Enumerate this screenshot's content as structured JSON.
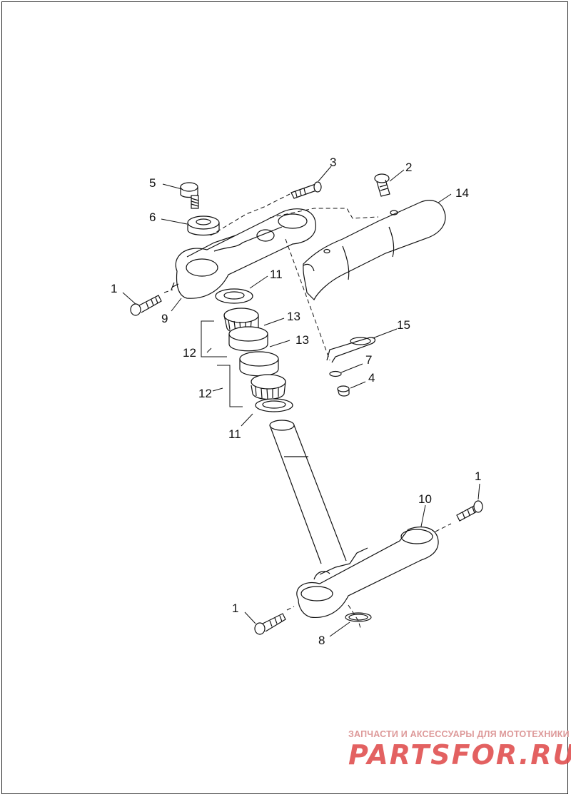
{
  "diagram": {
    "callouts": [
      {
        "id": "c5",
        "text": "5"
      },
      {
        "id": "c3",
        "text": "3"
      },
      {
        "id": "c2",
        "text": "2"
      },
      {
        "id": "c14",
        "text": "14"
      },
      {
        "id": "c6",
        "text": "6"
      },
      {
        "id": "c1a",
        "text": "1"
      },
      {
        "id": "c9",
        "text": "9"
      },
      {
        "id": "c11a",
        "text": "11"
      },
      {
        "id": "c13a",
        "text": "13"
      },
      {
        "id": "c12a",
        "text": "12"
      },
      {
        "id": "c13b",
        "text": "13"
      },
      {
        "id": "c12b",
        "text": "12"
      },
      {
        "id": "c11b",
        "text": "11"
      },
      {
        "id": "c15",
        "text": "15"
      },
      {
        "id": "c7",
        "text": "7"
      },
      {
        "id": "c4",
        "text": "4"
      },
      {
        "id": "c1b",
        "text": "1"
      },
      {
        "id": "c10",
        "text": "10"
      },
      {
        "id": "c1c",
        "text": "1"
      },
      {
        "id": "c8",
        "text": "8"
      }
    ]
  },
  "watermark": {
    "tagline": "ЗАПЧАСТИ И АКСЕССУАРЫ ДЛЯ МОТОТЕХНИКИ",
    "logo": "PARTSFOR.RU",
    "color": "#e05050"
  }
}
